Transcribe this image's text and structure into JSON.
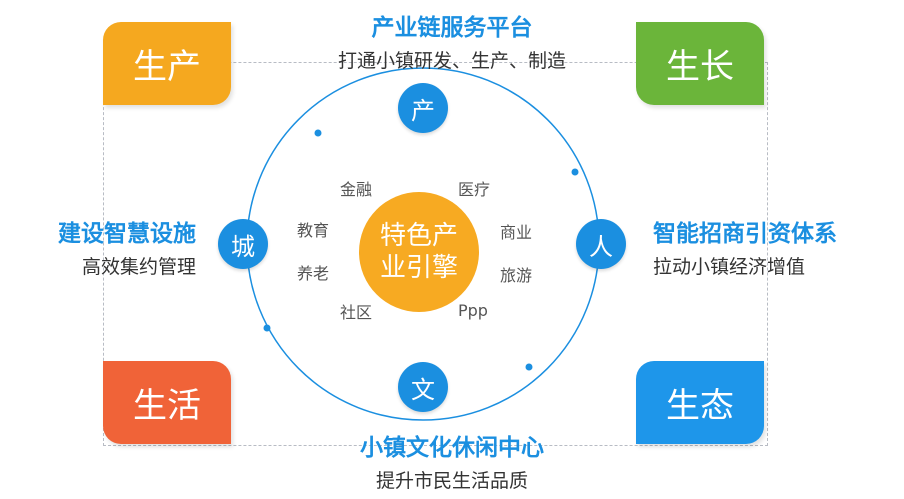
{
  "corners": {
    "top_left": "生产",
    "top_right": "生长",
    "bottom_left": "生活",
    "bottom_right": "生态"
  },
  "captions": {
    "top": {
      "title": "产业链服务平台",
      "subtitle": "打通小镇研发、生产、制造"
    },
    "left": {
      "title": "建设智慧设施",
      "subtitle": "高效集约管理"
    },
    "right": {
      "title": "智能招商引资体系",
      "subtitle": "拉动小镇经济增值"
    },
    "bottom": {
      "title": "小镇文化休闲中心",
      "subtitle": "提升市民生活品质"
    }
  },
  "nodes": {
    "top": "产",
    "left": "城",
    "right": "人",
    "bottom": "文"
  },
  "center": {
    "line1": "特色产",
    "line2": "业引擎"
  },
  "keywords": {
    "finance": "金融",
    "medical": "医疗",
    "education": "教育",
    "commerce": "商业",
    "elderly_care": "养老",
    "tourism": "旅游",
    "community": "社区",
    "ppp": "Ppp"
  },
  "colors": {
    "accent_blue": "#1b8fe0",
    "center_orange": "#f7aa22",
    "production_orange": "#f5a81f",
    "growth_green": "#6bb53a",
    "life_red": "#f06338",
    "ecology_blue": "#1e96ea"
  }
}
